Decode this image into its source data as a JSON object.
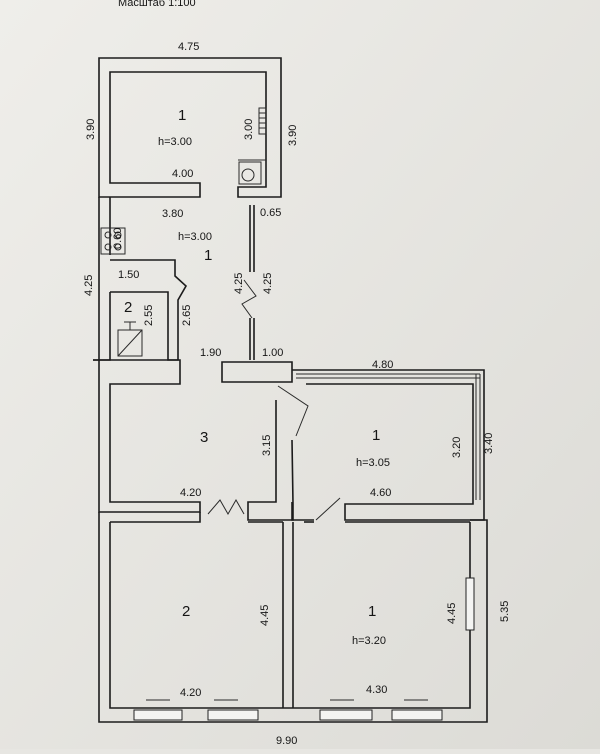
{
  "header": {
    "scale_text": "Масштаб 1:100"
  },
  "dimensions": {
    "top_width": "4.75",
    "left_upper": "3.90",
    "inner_right_upper": "3.90",
    "stairs_h": "3.00",
    "kitchen_w": "4.00",
    "corridor_w": "3.80",
    "chimney": "0.65",
    "stove": "0.60",
    "left_mid": "4.25",
    "door_h1": "4.25",
    "door_h2": "4.25",
    "bath_w": "1.50",
    "bath_h1": "2.55",
    "bath_h2": "2.65",
    "hall_w": "1.90",
    "hall_w2": "1.00",
    "room_right_w": "4.80",
    "room_right_inner_h": "3.20",
    "room_right_outer_h": "3.40",
    "hall_h": "3.15",
    "hall_bottom_w": "4.20",
    "room_right_bottom_w": "4.60",
    "room_bl_h": "4.45",
    "room_br_h": "4.45",
    "right_outer_h": "5.35",
    "room_bl_w": "4.20",
    "room_br_w": "4.30",
    "total_w": "9.90"
  },
  "rooms": {
    "top_room": {
      "number": "1",
      "height": "h=3.00"
    },
    "corridor": {
      "number": "1",
      "height": "h=3.00"
    },
    "bath": {
      "number": "2"
    },
    "hall": {
      "number": "3"
    },
    "right_room": {
      "number": "1",
      "height": "h=3.05"
    },
    "bottom_left": {
      "number": "2"
    },
    "bottom_right": {
      "number": "1",
      "height": "h=3.20"
    }
  }
}
